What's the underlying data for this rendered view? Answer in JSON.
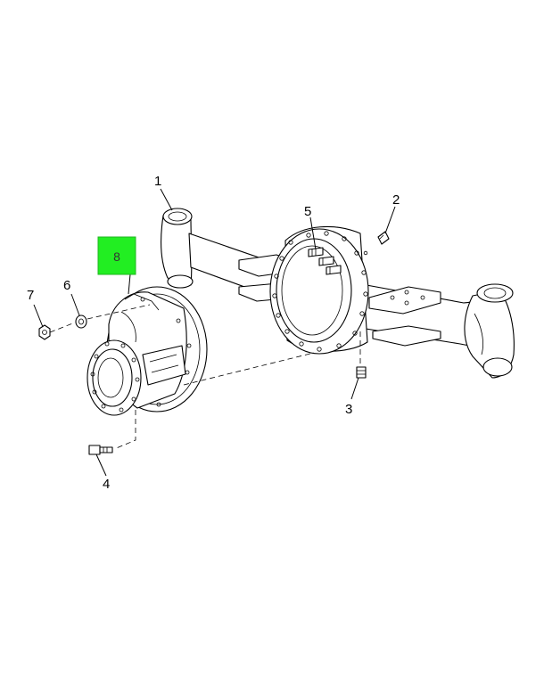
{
  "callouts": [
    {
      "id": "1",
      "label": "1"
    },
    {
      "id": "2",
      "label": "2"
    },
    {
      "id": "3",
      "label": "3"
    },
    {
      "id": "4",
      "label": "4"
    },
    {
      "id": "5",
      "label": "5"
    },
    {
      "id": "6",
      "label": "6"
    },
    {
      "id": "7",
      "label": "7"
    }
  ],
  "highlight": {
    "label": "8",
    "color": "#22ee22"
  }
}
